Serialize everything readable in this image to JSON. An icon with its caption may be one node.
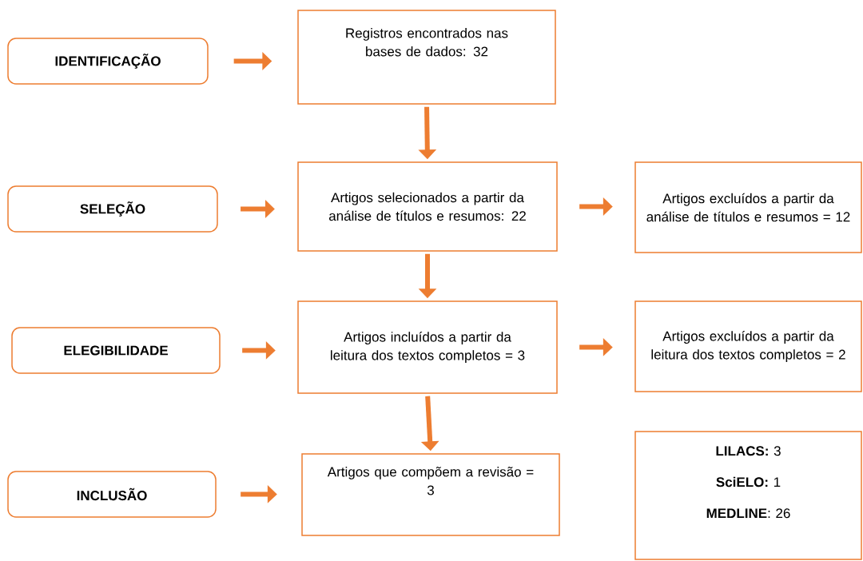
{
  "diagram": {
    "nodes": [
      {
        "text": [
          "IDENTIFICAÇÃO"
        ]
      },
      {
        "text": [
          "Registros encontrados nas bases de dados: 32"
        ]
      },
      {
        "text": [
          "SELEÇÃO"
        ]
      },
      {
        "text": [
          "Artigos selecionados a partir da análise de títulos e resumos: 22"
        ]
      },
      {
        "text": [
          "Artigos excluídos a partir da análise de títulos e resumos = 12"
        ]
      },
      {
        "text": [
          "ELEGIBILIDADE"
        ]
      },
      {
        "text": [
          "Artigos incluídos a partir da leitura dos textos completos = 3"
        ]
      },
      {
        "text": [
          "Artigos excluídos a partir da leitura dos textos completos = 2"
        ]
      },
      {
        "text": [
          "INCLUSÃO"
        ]
      },
      {
        "text": [
          "Artigos que compõem a revisão = 3"
        ]
      },
      {
        "text": [
          "**LILACS:** 3",
          "**SciELO:** 1",
          "**MEDLINE**: 26"
        ]
      }
    ],
    "edges": [
      {
        "from": 0,
        "to": 1,
        "arrow": "to"
      },
      {
        "from": 1,
        "to": 3,
        "arrow": "to"
      },
      {
        "from": 2,
        "to": 3,
        "arrow": "to"
      },
      {
        "from": 3,
        "to": 4,
        "arrow": "to"
      },
      {
        "from": 3,
        "to": 6,
        "arrow": "to"
      },
      {
        "from": 5,
        "to": 6,
        "arrow": "to"
      },
      {
        "from": 6,
        "to": 7,
        "arrow": "to"
      },
      {
        "from": 6,
        "to": 9,
        "arrow": "to"
      },
      {
        "from": 8,
        "to": 9,
        "arrow": "to"
      }
    ]
  }
}
